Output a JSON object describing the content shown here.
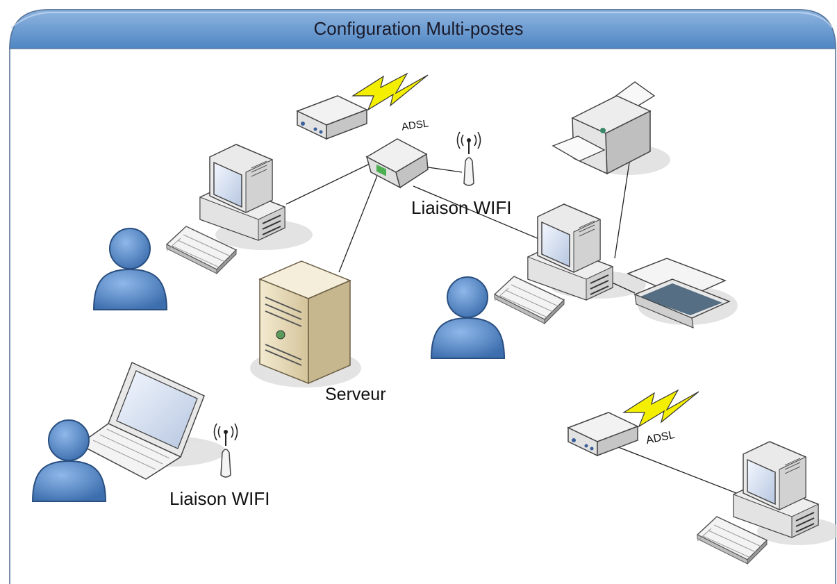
{
  "title": "Configuration Multi-postes",
  "labels": {
    "serveur": "Serveur",
    "wifi_top": "Liaison WIFI",
    "wifi_bottom": "Liaison WIFI",
    "adsl_top": "ADSL",
    "adsl_bottom": "ADSL"
  },
  "colors": {
    "header": "#5b8fc7",
    "person": "#4f84c4",
    "lightning": "#f4f000",
    "server": "#e6dcc0",
    "border": "#7a8fa8"
  },
  "icons": [
    "modem-icon",
    "router-icon",
    "antenna-icon",
    "computer-icon",
    "printer-icon",
    "scanner-icon",
    "server-icon",
    "laptop-icon",
    "person-icon",
    "keyboard-icon",
    "lightning-icon"
  ]
}
